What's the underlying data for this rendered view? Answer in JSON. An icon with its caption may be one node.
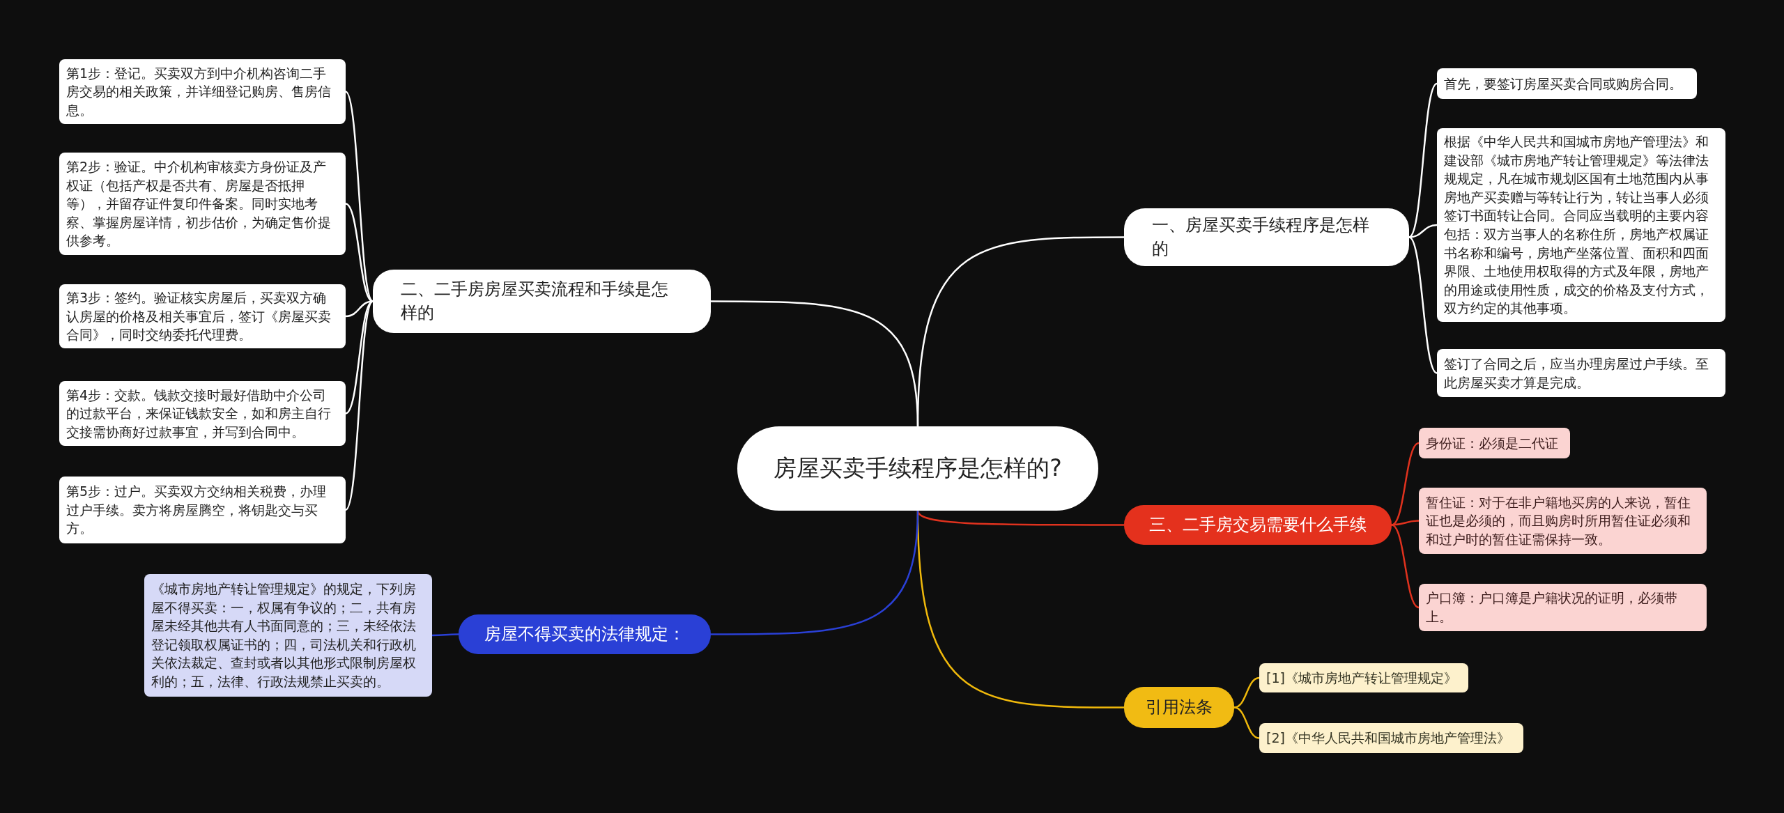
{
  "diagram": {
    "nodes": [
      {
        "text": [
          "房屋买卖手续程序是怎样的?"
        ]
      },
      {
        "text": [
          "一、房屋买卖手续程序是怎样的"
        ]
      },
      {
        "text": [
          "首先，要签订房屋买卖合同或购房合同。"
        ]
      },
      {
        "text": [
          "根据《中华人民共和国城市房地产管理法》和建设部《城市房地产转让管理规定》等法律法规规定，凡在城市规划区国有土地范围内从事房地产买卖赠与等转让行为，转让当事人必须签订书面转让合同。合同应当载明的主要内容包括：双方当事人的名称住所，房地产权属证书名称和编号，房地产坐落位置、面积和四面界限、土地使用权取得的方式及年限，房地产的用途或使用性质，成交的价格及支付方式，双方约定的其他事项。"
        ]
      },
      {
        "text": [
          "签订了合同之后，应当办理房屋过户手续。至此房屋买卖才算是完成。"
        ]
      },
      {
        "text": [
          "三、二手房交易需要什么手续"
        ]
      },
      {
        "text": [
          "身份证：必须是二代证"
        ]
      },
      {
        "text": [
          "暂住证：对于在非户籍地买房的人来说，暂住证也是必须的，而且购房时所用暂住证必须和和过户时的暂住证需保持一致。"
        ]
      },
      {
        "text": [
          "户口簿：户口簿是户籍状况的证明，必须带上。"
        ]
      },
      {
        "text": [
          "引用法条"
        ]
      },
      {
        "text": [
          "[1]《城市房地产转让管理规定》"
        ]
      },
      {
        "text": [
          "[2]《中华人民共和国城市房地产管理法》"
        ]
      },
      {
        "text": [
          "二、二手房房屋买卖流程和手续是怎样的"
        ]
      },
      {
        "text": [
          "第1步：登记。买卖双方到中介机构咨询二手房交易的相关政策，并详细登记购房、售房信息。"
        ]
      },
      {
        "text": [
          "第2步：验证。中介机构审核卖方身份证及产权证（包括产权是否共有、房屋是否抵押等），并留存证件复印件备案。同时实地考察、掌握房屋详情，初步估价，为确定售价提供参考。"
        ]
      },
      {
        "text": [
          "第3步：签约。验证核实房屋后，买卖双方确认房屋的价格及相关事宜后，签订《房屋买卖合同》，同时交纳委托代理费。"
        ]
      },
      {
        "text": [
          "第4步：交款。钱款交接时最好借助中介公司的过款平台，来保证钱款安全，如和房主自行交接需协商好过款事宜，并写到合同中。"
        ]
      },
      {
        "text": [
          "第5步：过户。买卖双方交纳相关税费，办理过户手续。卖方将房屋腾空，将钥匙交与买方。"
        ]
      },
      {
        "text": [
          "房屋不得买卖的法律规定："
        ]
      },
      {
        "text": [
          "《城市房地产转让管理规定》的规定，下列房屋不得买卖：一，权属有争议的；二，共有房屋未经其他共有人书面同意的；三，未经依法登记领取权属证书的；四，司法机关和行政机关依法裁定、查封或者以其他形式限制房屋权利的；五，法律、行政法规禁止买卖的。"
        ]
      }
    ],
    "edges": [
      {
        "from": 0,
        "to": 1,
        "arrow": "none"
      },
      {
        "from": 1,
        "to": 2,
        "arrow": "none"
      },
      {
        "from": 1,
        "to": 3,
        "arrow": "none"
      },
      {
        "from": 1,
        "to": 4,
        "arrow": "none"
      },
      {
        "from": 0,
        "to": 5,
        "arrow": "none",
        "color": "#e0321e"
      },
      {
        "from": 5,
        "to": 6,
        "arrow": "none",
        "color": "#e0321e"
      },
      {
        "from": 5,
        "to": 7,
        "arrow": "none",
        "color": "#e0321e"
      },
      {
        "from": 5,
        "to": 8,
        "arrow": "none",
        "color": "#e0321e"
      },
      {
        "from": 0,
        "to": 9,
        "arrow": "none",
        "color": "#f0b90b"
      },
      {
        "from": 9,
        "to": 10,
        "arrow": "none",
        "color": "#f0b90b"
      },
      {
        "from": 9,
        "to": 11,
        "arrow": "none",
        "color": "#f0b90b"
      },
      {
        "from": 0,
        "to": 12,
        "arrow": "none"
      },
      {
        "from": 12,
        "to": 13,
        "arrow": "none"
      },
      {
        "from": 12,
        "to": 14,
        "arrow": "none"
      },
      {
        "from": 12,
        "to": 15,
        "arrow": "none"
      },
      {
        "from": 12,
        "to": 16,
        "arrow": "none"
      },
      {
        "from": 12,
        "to": 17,
        "arrow": "none"
      },
      {
        "from": 0,
        "to": 18,
        "arrow": "none",
        "color": "#2a40d6"
      },
      {
        "from": 18,
        "to": 19,
        "arrow": "none",
        "color": "#2a40d6"
      }
    ]
  }
}
